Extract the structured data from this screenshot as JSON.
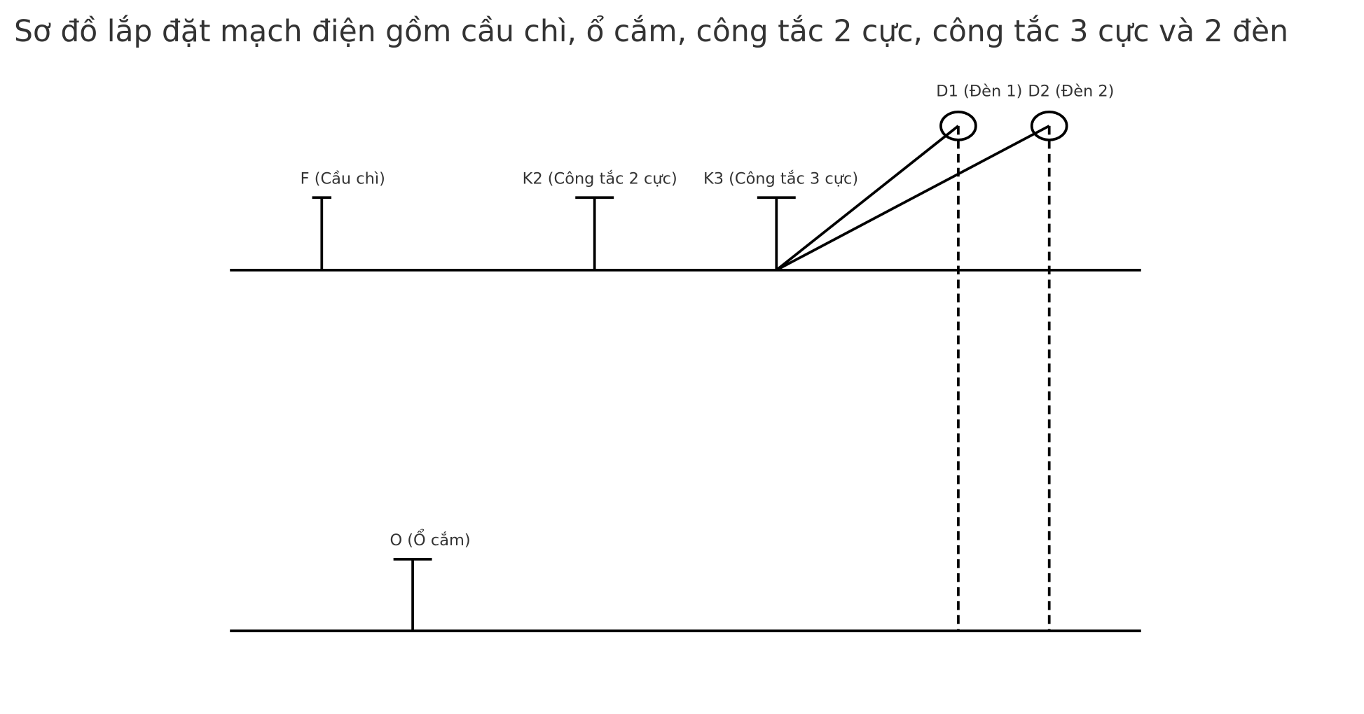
{
  "title": "Sơ đồ lắp đặt mạch điện gồm cầu chì, ổ cắm, công tắc 2 cực, công tắc 3 cực và 2 đèn",
  "components": {
    "fuse": "F (Cầu chì)",
    "switch2": "K2 (Công tắc 2 cực)",
    "switch3": "K3 (Công tắc 3 cực)",
    "lamp1": "D1 (Đèn 1)",
    "lamp2": "D2 (Đèn 2)",
    "outlet": "O (Ổ cắm)"
  }
}
